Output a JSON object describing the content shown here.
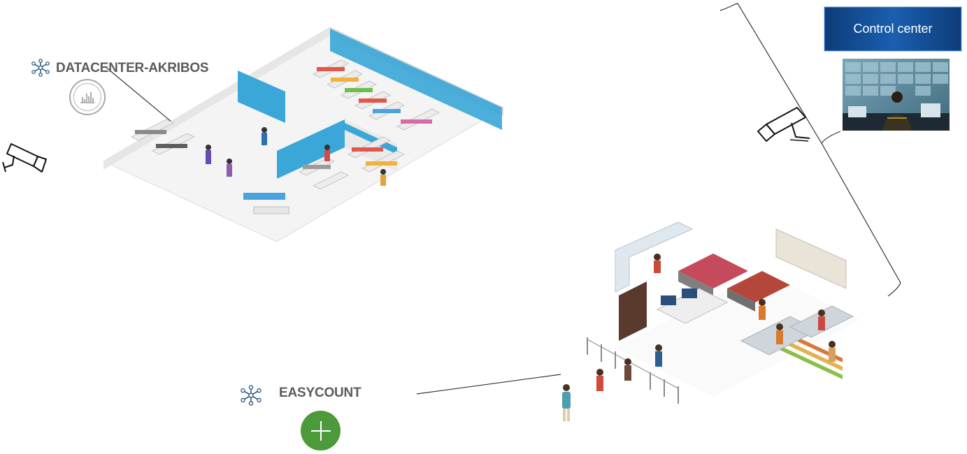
{
  "control_center": {
    "label": "Control center"
  },
  "nodes": [
    {
      "name": "DATACENTER-AKRIBOS",
      "icon": "network-node-icon",
      "action_icon": "bar-chart-icon"
    },
    {
      "name": "EASYCOUNT",
      "icon": "network-node-icon",
      "action_icon": "plus-icon"
    }
  ],
  "icons": {
    "camera_left": "security-camera-icon",
    "camera_right": "security-camera-icon",
    "monitor_room": "control-room-photo"
  },
  "colors": {
    "label_text": "#5b5b5b",
    "control_center_bg": "#134a92",
    "add_button": "#4d9a3a",
    "store_wall": "#3aa7d8",
    "line": "#333333"
  }
}
